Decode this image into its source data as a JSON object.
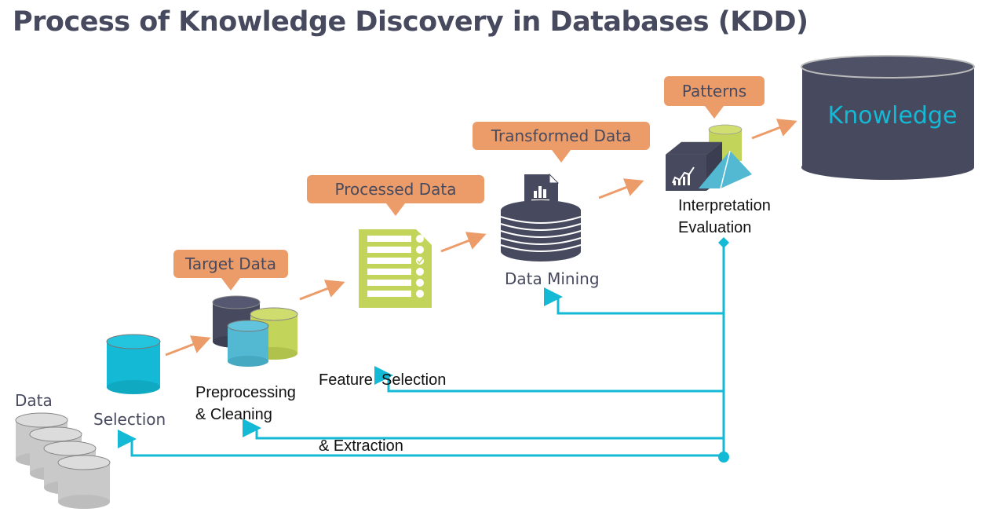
{
  "title": "Process of Knowledge Discovery in Databases (KDD)",
  "colors": {
    "dark": "#474a5e",
    "orange": "#ec9c69",
    "cyan": "#13b9d5",
    "lime": "#c2d45a",
    "teal": "#53b9d3",
    "gray": "#c9c9c9"
  },
  "stages": [
    {
      "id": "data",
      "label": "Data",
      "icon": "database-stack-icon"
    },
    {
      "id": "selection",
      "label": "Selection",
      "icon": "database-icon"
    },
    {
      "id": "preprocessing",
      "label_line1": "Preprocessing",
      "label_line2": "& Cleaning",
      "icon": "databases-cluster-icon"
    },
    {
      "id": "feature",
      "label_line1": "Feature  Selection",
      "label_line2": "& Extraction",
      "icon": "checklist-document-icon"
    },
    {
      "id": "mining",
      "label": "Data Mining",
      "icon": "database-chart-icon"
    },
    {
      "id": "interpretation",
      "label_line1": "Interpretation",
      "label_line2": "Evaluation",
      "icon": "analytics-shapes-icon"
    },
    {
      "id": "knowledge",
      "label": "Knowledge",
      "icon": "large-database-icon"
    }
  ],
  "callouts": [
    {
      "label": "Target Data"
    },
    {
      "label": "Processed Data"
    },
    {
      "label": "Transformed Data"
    },
    {
      "label": "Patterns"
    }
  ]
}
